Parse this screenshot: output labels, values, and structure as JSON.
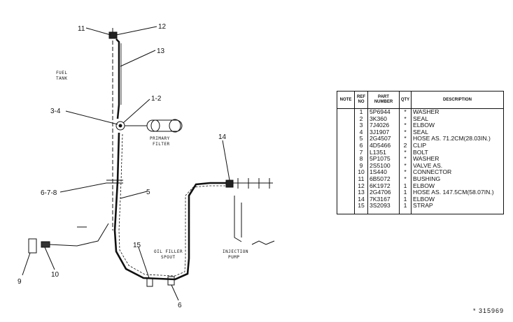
{
  "diagram": {
    "labels": {
      "fuel_tank": [
        "FUEL",
        "TANK"
      ],
      "primary_filter": [
        "PRIMARY",
        "FILTER"
      ],
      "oil_filler_spout": [
        "OIL FILLER",
        "SPOUT"
      ],
      "injection_pump": [
        "INJECTION",
        "PUMP"
      ]
    },
    "callouts": {
      "c11": "11",
      "c12": "12",
      "c13": "13",
      "c1_2": "1-2",
      "c3_4": "3-4",
      "c14": "14",
      "c6_7_8": "6-7-8",
      "c5": "5",
      "c15": "15",
      "c9": "9",
      "c10": "10",
      "c6": "6"
    }
  },
  "table": {
    "headers": {
      "note": "NOTE",
      "ref_no": [
        "REF",
        "NO"
      ],
      "part_number": [
        "PART",
        "NUMBER"
      ],
      "qty": "QTY",
      "description": "DESCRIPTION"
    },
    "rows": [
      {
        "note": "",
        "ref": "1",
        "part": "5P6944",
        "qty": "*",
        "desc": "WASHER"
      },
      {
        "note": "",
        "ref": "2",
        "part": "3K360",
        "qty": "*",
        "desc": "SEAL"
      },
      {
        "note": "",
        "ref": "3",
        "part": "7J4026",
        "qty": "*",
        "desc": "ELBOW"
      },
      {
        "note": "",
        "ref": "4",
        "part": "3J1907",
        "qty": "*",
        "desc": "SEAL"
      },
      {
        "note": "",
        "ref": "5",
        "part": "2G4507",
        "qty": "*",
        "desc": "HOSE AS. 71.2CM(28.03IN.)"
      },
      {
        "note": "",
        "ref": "6",
        "part": "4D5466",
        "qty": "2",
        "desc": "CLIP"
      },
      {
        "note": "",
        "ref": "7",
        "part": "L1351",
        "qty": "*",
        "desc": "BOLT"
      },
      {
        "note": "",
        "ref": "8",
        "part": "5P1075",
        "qty": "*",
        "desc": "WASHER"
      },
      {
        "note": "",
        "ref": "9",
        "part": "2S5100",
        "qty": "*",
        "desc": "VALVE AS."
      },
      {
        "note": "",
        "ref": "10",
        "part": "1S440",
        "qty": "*",
        "desc": "CONNECTOR"
      },
      {
        "note": "",
        "ref": "11",
        "part": "6B5072",
        "qty": "*",
        "desc": "BUSHING"
      },
      {
        "note": "",
        "ref": "12",
        "part": "6K1972",
        "qty": "1",
        "desc": "ELBOW"
      },
      {
        "note": "",
        "ref": "13",
        "part": "2G4706",
        "qty": "1",
        "desc": "HOSE AS. 147.5CM(58.07IN.)"
      },
      {
        "note": "",
        "ref": "14",
        "part": "7K3167",
        "qty": "1",
        "desc": "ELBOW"
      },
      {
        "note": "",
        "ref": "15",
        "part": "3S2093",
        "qty": "1",
        "desc": "STRAP"
      }
    ]
  },
  "footer": {
    "illustration_number": "* 315969"
  }
}
